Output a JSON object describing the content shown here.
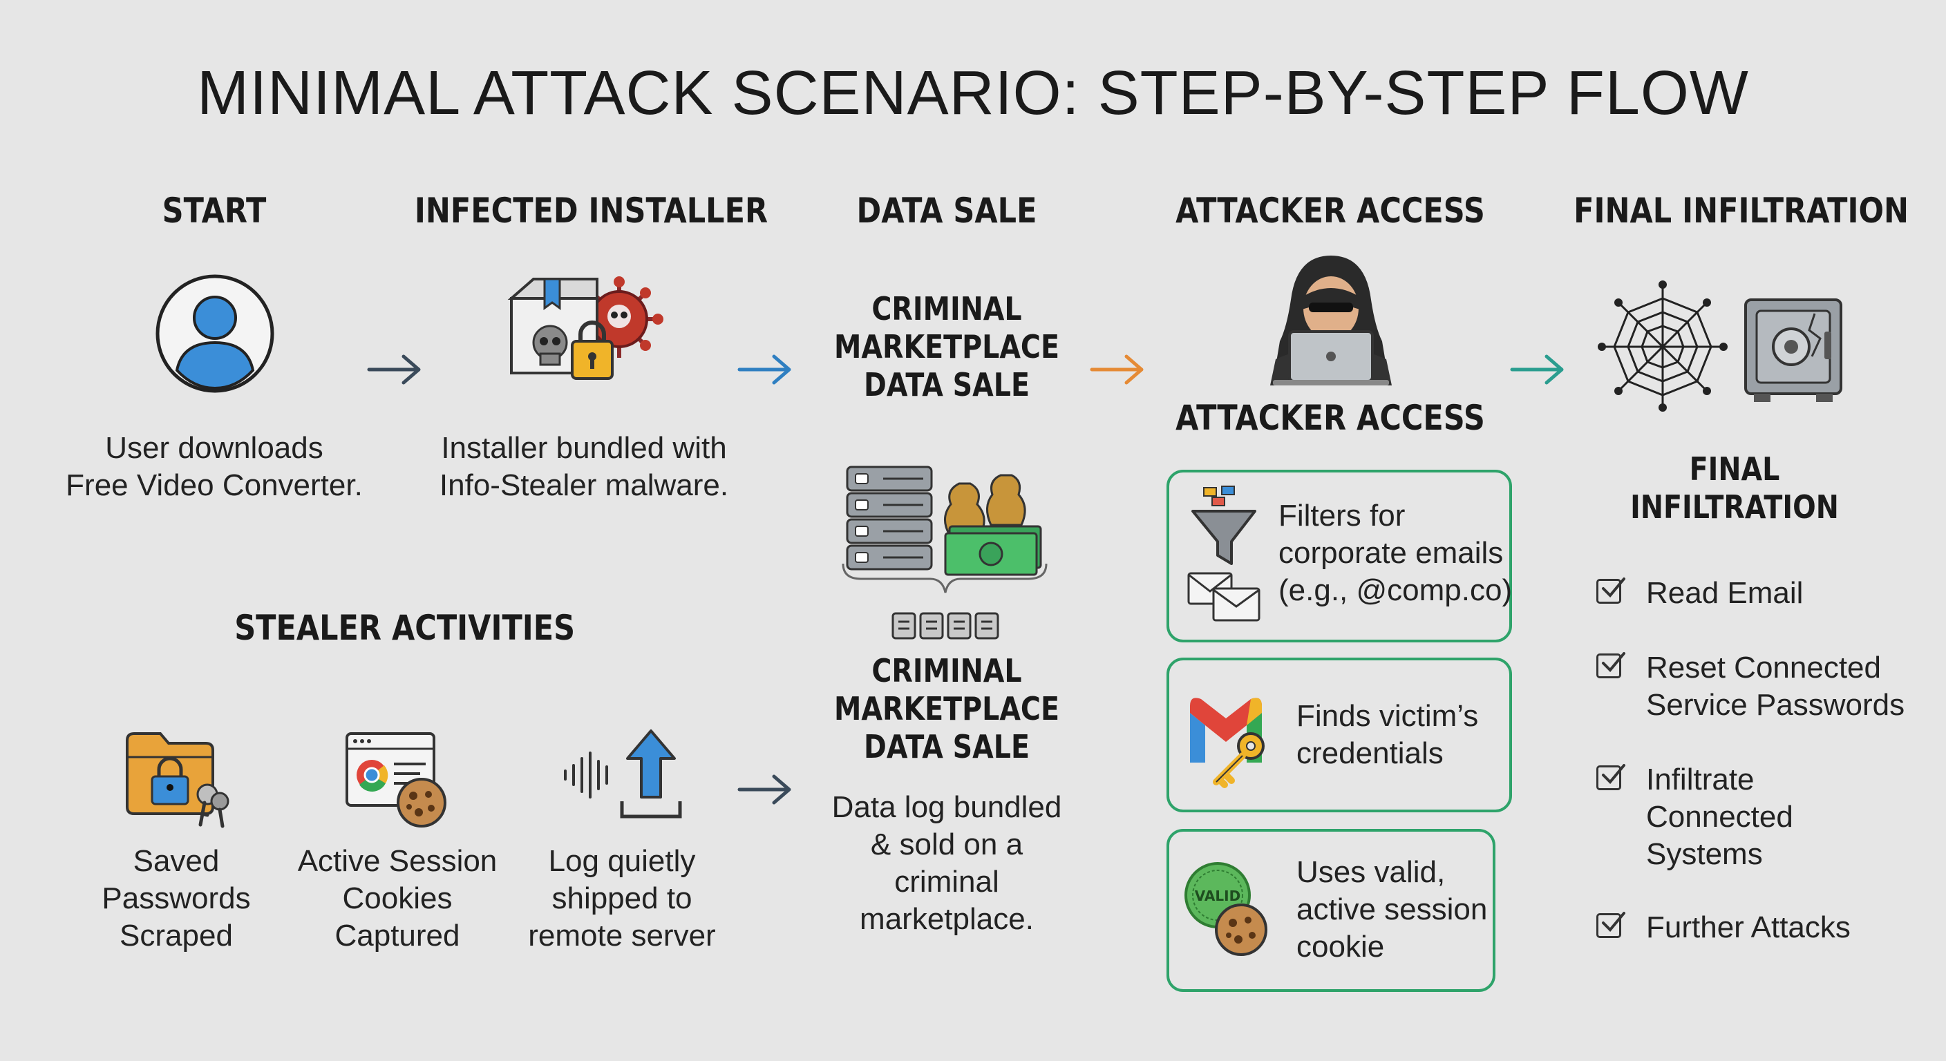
{
  "title": "MINIMAL ATTACK SCENARIO: STEP-BY-STEP FLOW",
  "columns": {
    "start": {
      "heading": "START",
      "caption": [
        "User downloads",
        "Free Video Converter."
      ]
    },
    "installer": {
      "heading": "INFECTED INSTALLER",
      "caption": [
        "Installer bundled with",
        "Info-Stealer malware."
      ]
    },
    "sale": {
      "heading": "DATA SALE",
      "sub_top": [
        "CRIMINAL",
        "MARKETPLACE",
        "DATA SALE"
      ],
      "sub_bottom": [
        "CRIMINAL",
        "MARKETPLACE",
        "DATA SALE"
      ],
      "caption": [
        "Data log bundled",
        "& sold on a",
        "criminal",
        "marketplace."
      ]
    },
    "access": {
      "heading": "ATTACKER ACCESS",
      "sub": "ATTACKER ACCESS",
      "cards": [
        {
          "lines": [
            "Filters for",
            "corporate emails",
            "(e.g., @comp.co)"
          ]
        },
        {
          "lines": [
            "Finds victim’s",
            "credentials"
          ]
        },
        {
          "lines": [
            "Uses valid,",
            "active session",
            "cookie"
          ],
          "badge": "VALID"
        }
      ]
    },
    "final": {
      "heading": "FINAL INFILTRATION",
      "sub": [
        "FINAL",
        "INFILTRATION"
      ],
      "checklist": [
        {
          "lines": [
            "Read Email"
          ]
        },
        {
          "lines": [
            "Reset Connected",
            "Service Passwords"
          ]
        },
        {
          "lines": [
            "Infiltrate",
            "Connected",
            "Systems"
          ]
        },
        {
          "lines": [
            "Further Attacks"
          ]
        }
      ]
    }
  },
  "stealer": {
    "heading": "STEALER ACTIVITIES",
    "items": [
      {
        "lines": [
          "Saved",
          "Passwords",
          "Scraped"
        ]
      },
      {
        "lines": [
          "Active Session",
          "Cookies",
          "Captured"
        ]
      },
      {
        "lines": [
          "Log quietly",
          "shipped to",
          "remote server"
        ]
      }
    ]
  },
  "colors": {
    "arrow_dark": "#3a4a5a",
    "arrow_blue": "#2f7fc1",
    "arrow_orange": "#e58a35",
    "arrow_teal": "#2a9d8f",
    "card_border": "#2ea36a",
    "user_blue": "#3b8ed8"
  }
}
